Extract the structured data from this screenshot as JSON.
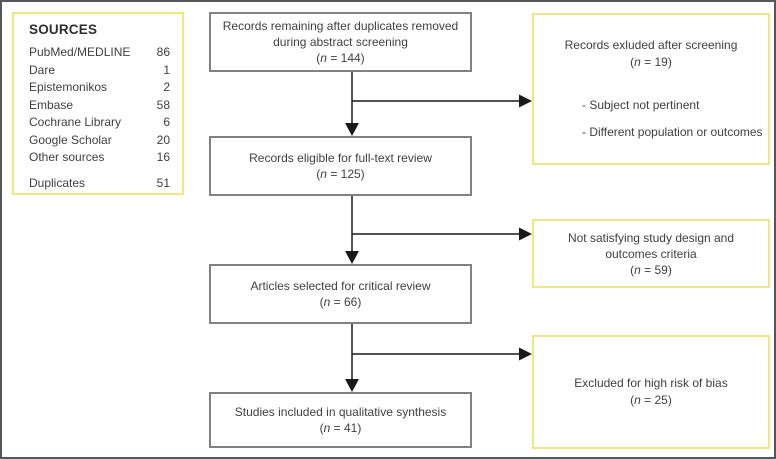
{
  "colors": {
    "accent_yellow": "#f0e87d",
    "flow_box_border": "#808285",
    "outer_frame": "#54565a",
    "text": "#3f3f3f",
    "arrow": "#1a1a1a"
  },
  "sources_panel": {
    "title": "SOURCES",
    "items": [
      {
        "label": "PubMed/MEDLINE",
        "value": "86"
      },
      {
        "label": "Dare",
        "value": "1"
      },
      {
        "label": "Epistemonikos",
        "value": "2"
      },
      {
        "label": "Embase",
        "value": "58"
      },
      {
        "label": "Cochrane Library",
        "value": "6"
      },
      {
        "label": "Google Scholar",
        "value": "20"
      },
      {
        "label": "Other sources",
        "value": "16"
      }
    ],
    "duplicates": {
      "label": "Duplicates",
      "value": "51"
    }
  },
  "flow_boxes": [
    {
      "line1": "Records remaining after duplicates removed",
      "line2": "during abstract screening",
      "n_open": "(",
      "n_symbol": "n",
      "n_rest": " = 144)"
    },
    {
      "line1": "Records eligible for full-text review",
      "n_open": "(",
      "n_symbol": "n",
      "n_rest": " = 125)"
    },
    {
      "line1": "Articles selected for critical review",
      "n_open": "(",
      "n_symbol": "n",
      "n_rest": " = 66)"
    },
    {
      "line1": "Studies included in qualitative synthesis",
      "n_open": "(",
      "n_symbol": "n",
      "n_rest": " = 41)"
    }
  ],
  "exclusion_boxes": [
    {
      "title": "Records exluded after screening",
      "n_open": "(",
      "n_symbol": "n",
      "n_rest": " = 19)",
      "bullets": [
        "-  Subject not pertinent",
        "- Different population or outcomes"
      ]
    },
    {
      "title_line1": "Not satisfying study design and",
      "title_line2": "outcomes criteria",
      "n_open": "(",
      "n_symbol": "n",
      "n_rest": " = 59)"
    },
    {
      "title": "Excluded for high risk of bias",
      "n_open": "(",
      "n_symbol": "n",
      "n_rest": " = 25)"
    }
  ]
}
